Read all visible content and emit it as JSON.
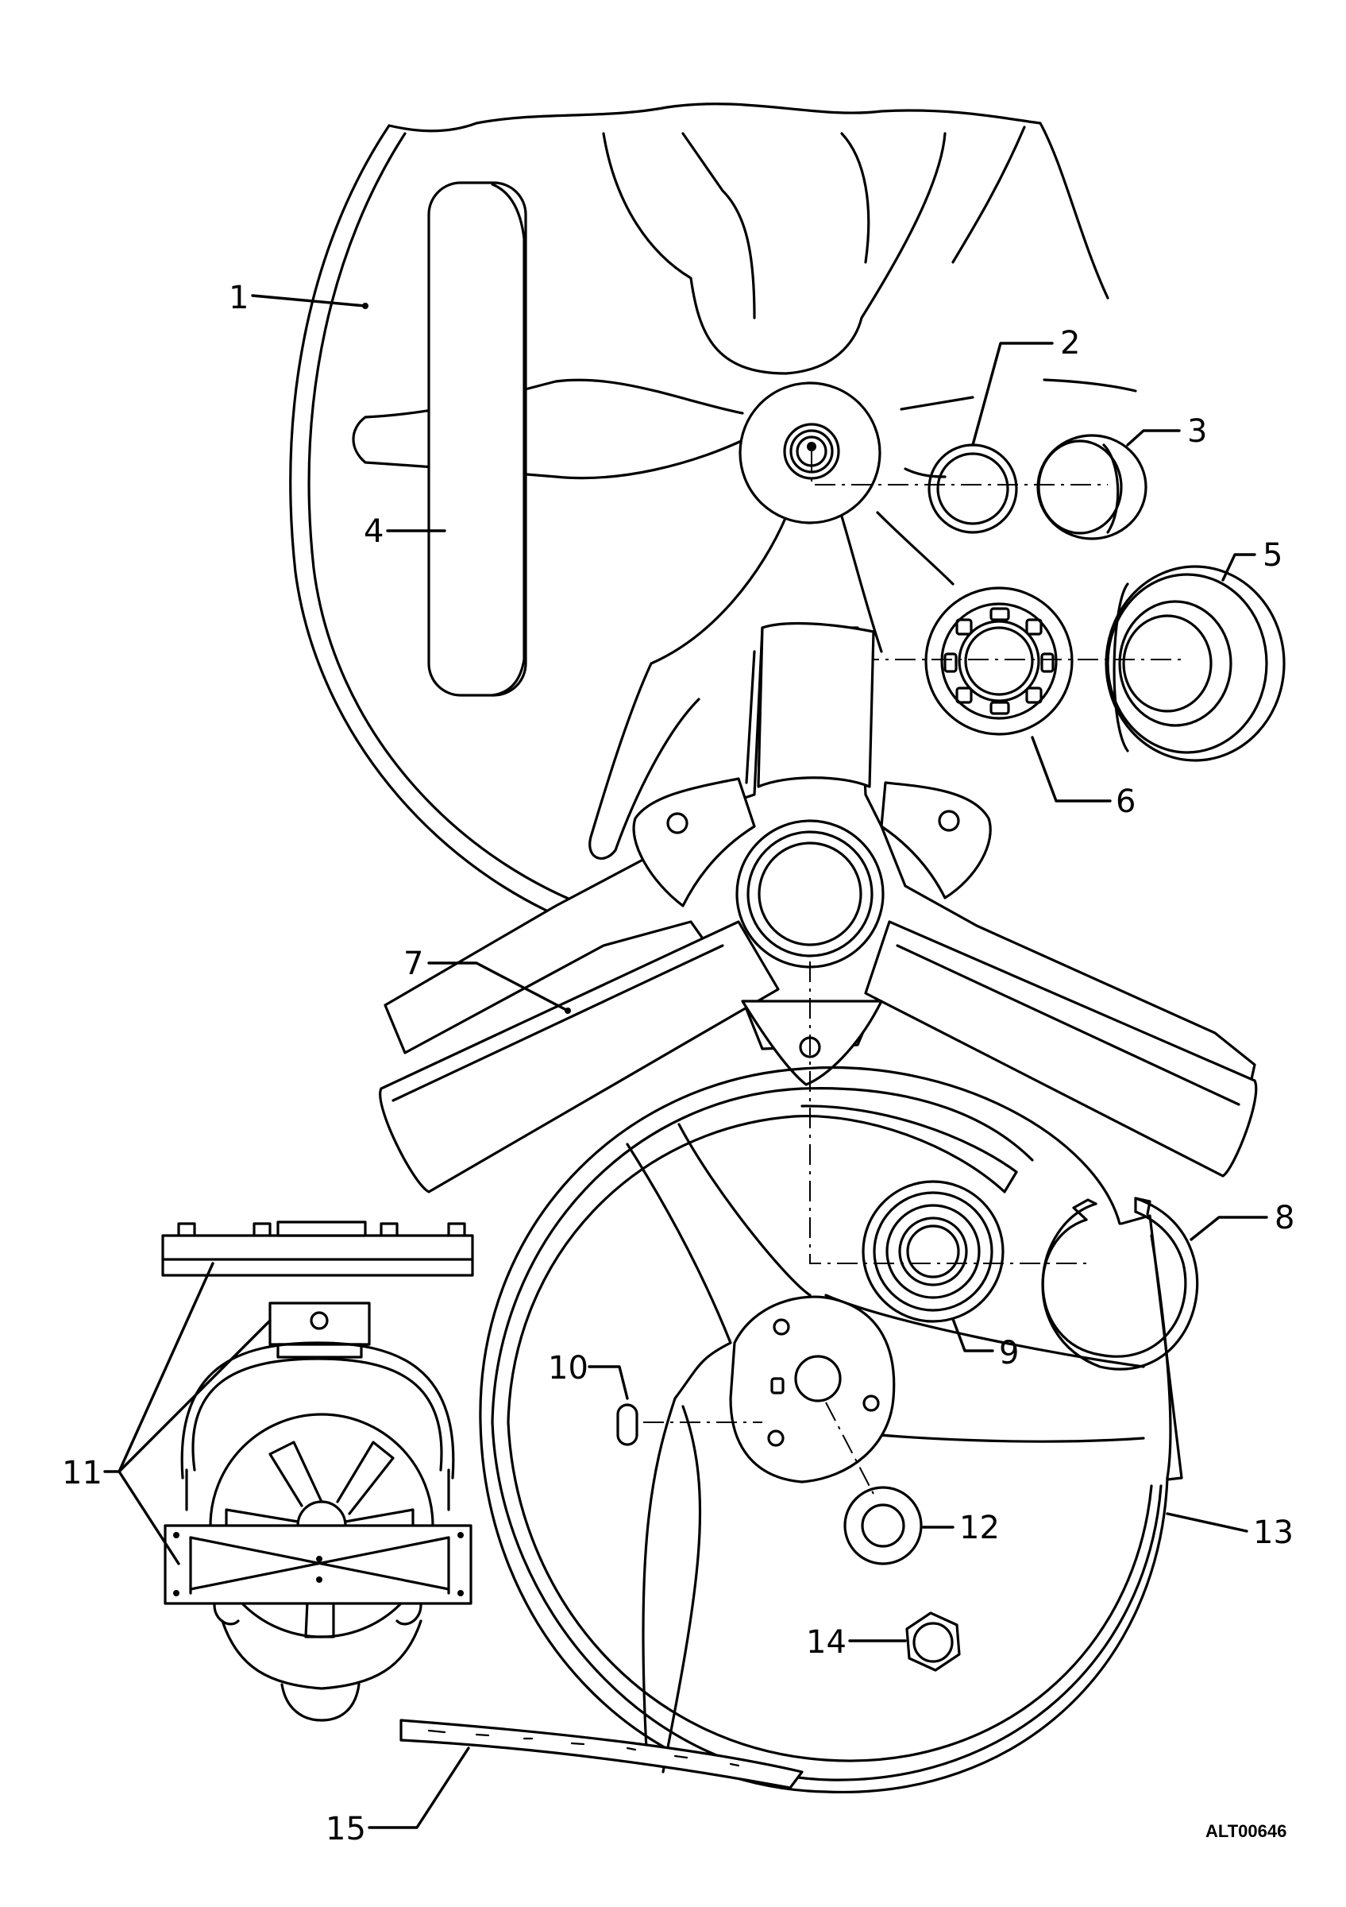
{
  "callouts": [
    {
      "id": "1",
      "label": "1"
    },
    {
      "id": "2",
      "label": "2"
    },
    {
      "id": "3",
      "label": "3"
    },
    {
      "id": "4",
      "label": "4"
    },
    {
      "id": "5",
      "label": "5"
    },
    {
      "id": "6",
      "label": "6"
    },
    {
      "id": "7",
      "label": "7"
    },
    {
      "id": "8",
      "label": "8"
    },
    {
      "id": "9",
      "label": "9"
    },
    {
      "id": "10",
      "label": "10"
    },
    {
      "id": "11",
      "label": "11"
    },
    {
      "id": "12",
      "label": "12"
    },
    {
      "id": "13",
      "label": "13"
    },
    {
      "id": "14",
      "label": "14"
    },
    {
      "id": "15",
      "label": "15"
    }
  ],
  "figure_code": "ALT00646"
}
